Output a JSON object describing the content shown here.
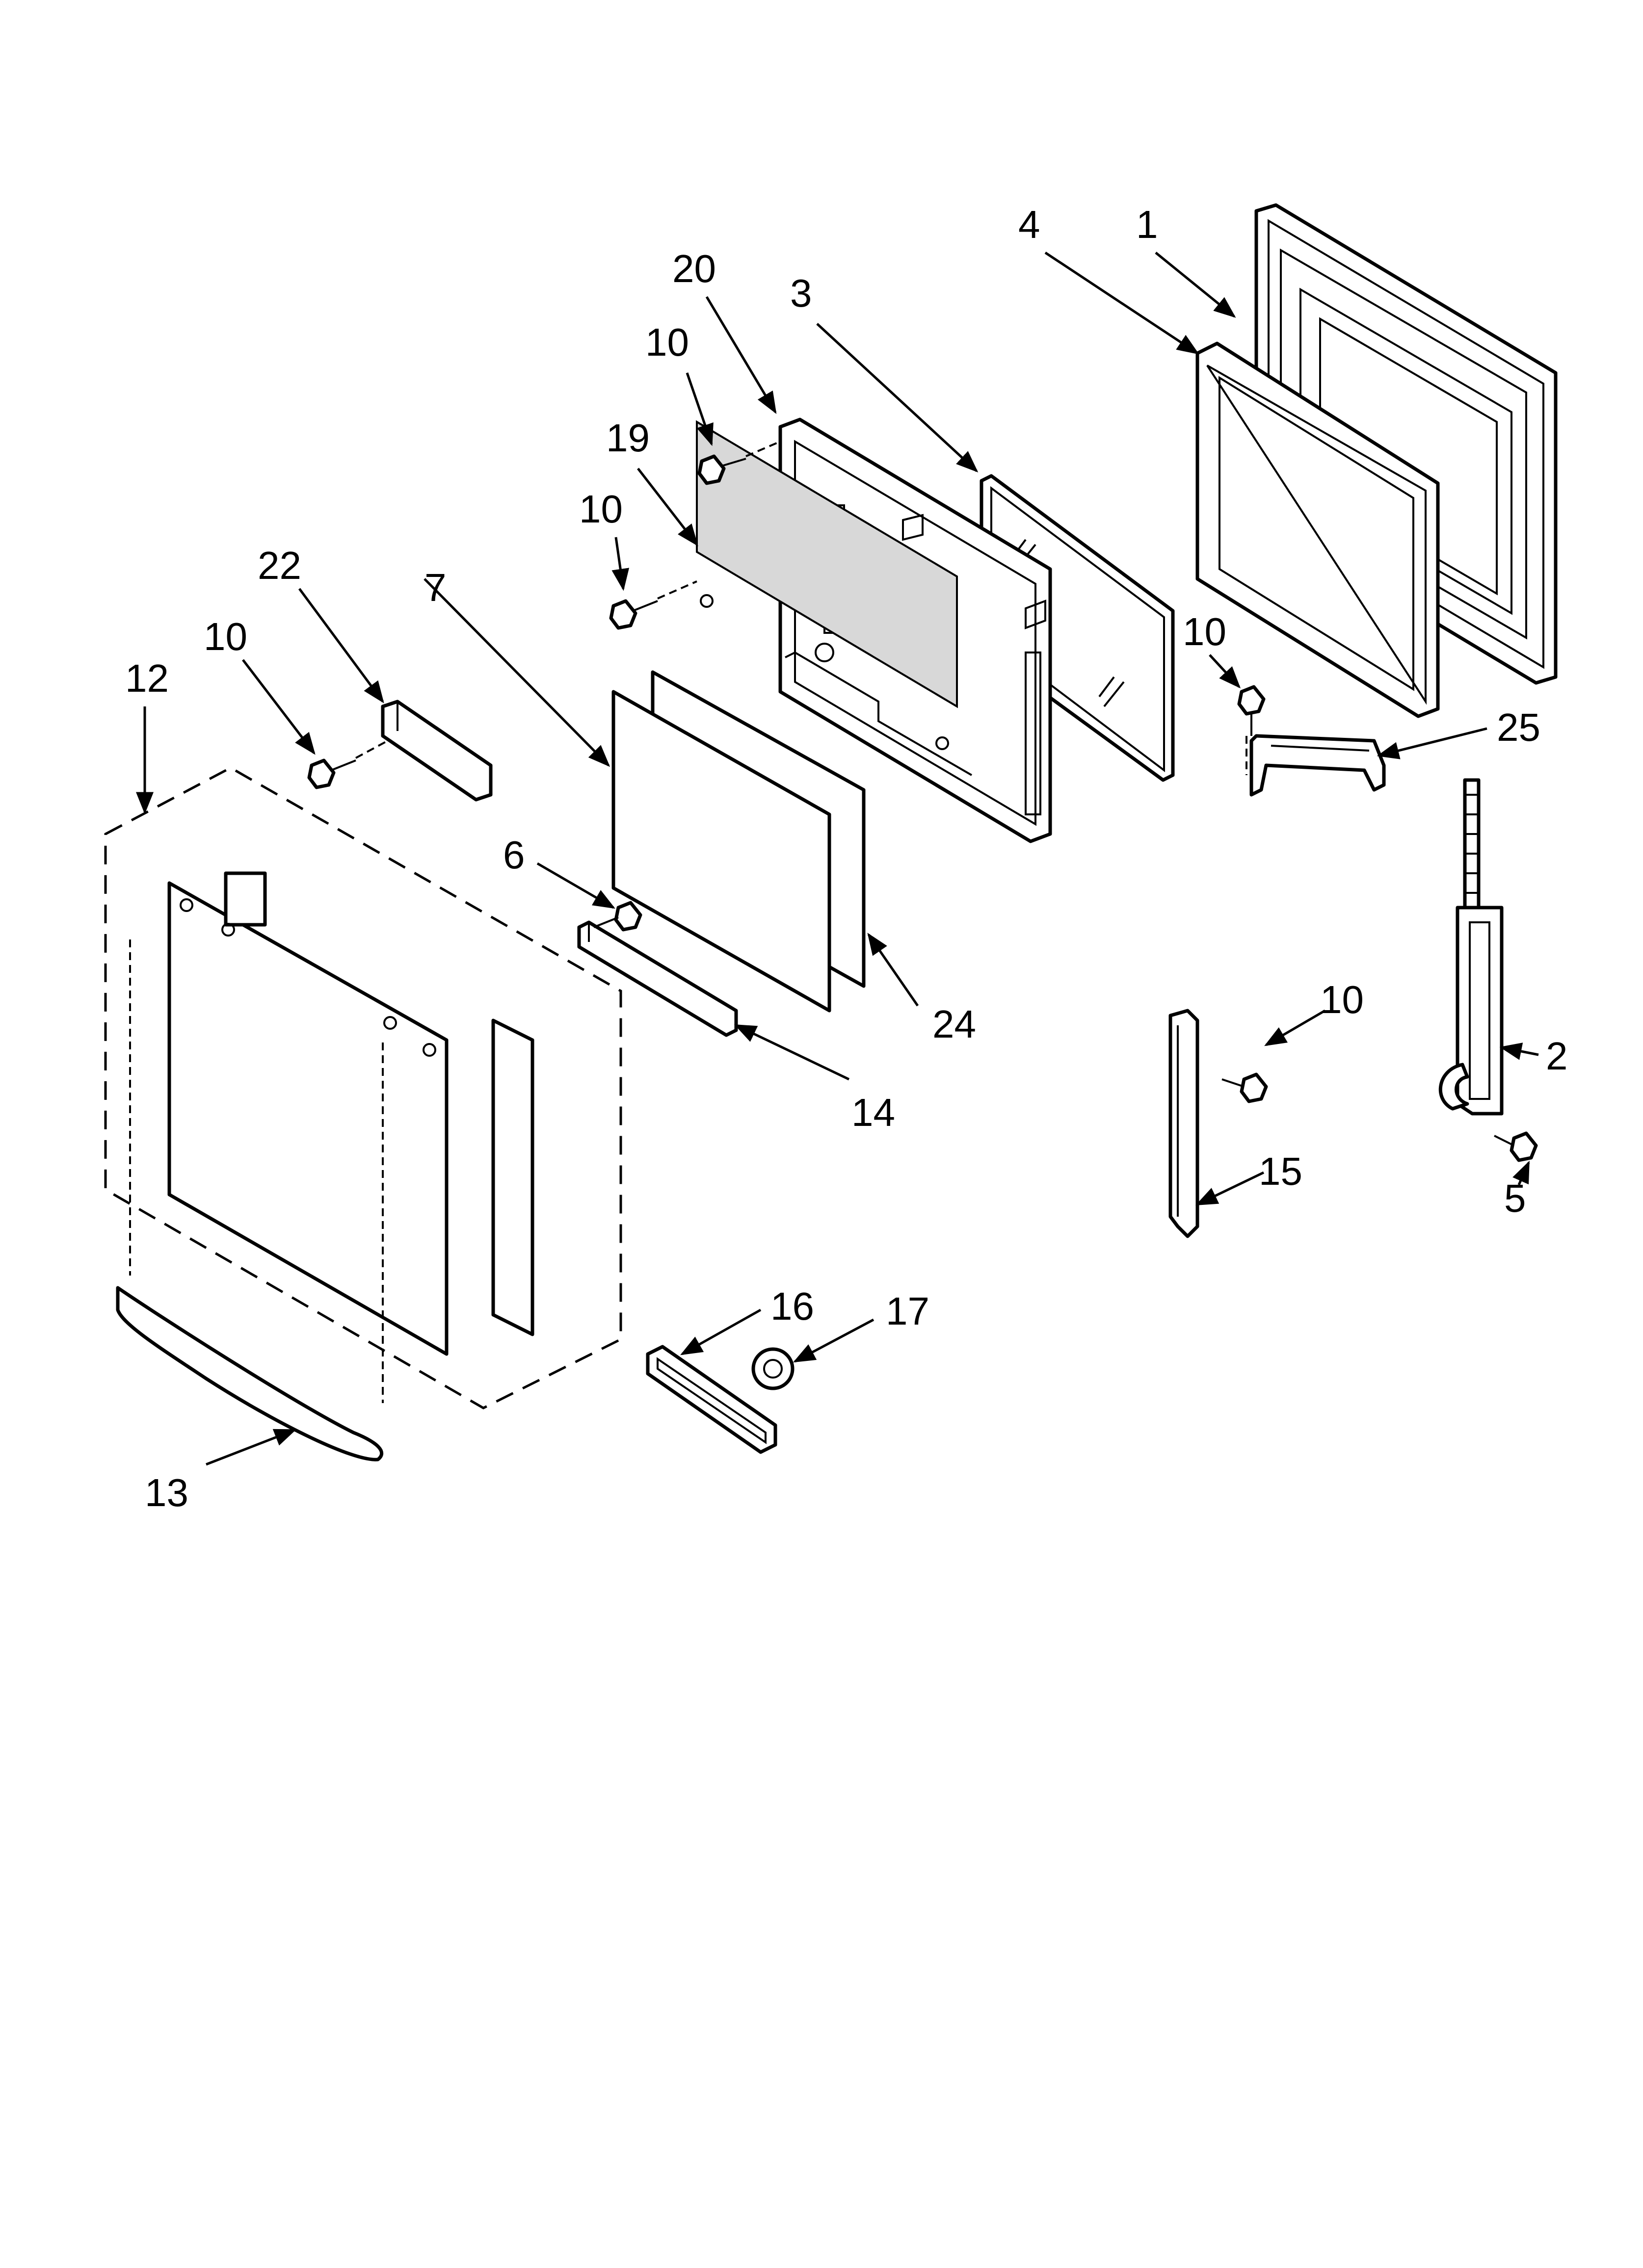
{
  "callouts": [
    {
      "id": "c1",
      "text": "1"
    },
    {
      "id": "c2",
      "text": "2"
    },
    {
      "id": "c3",
      "text": "3"
    },
    {
      "id": "c4",
      "text": "4"
    },
    {
      "id": "c5",
      "text": "5"
    },
    {
      "id": "c6",
      "text": "6"
    },
    {
      "id": "c7",
      "text": "7"
    },
    {
      "id": "c10a",
      "text": "10"
    },
    {
      "id": "c10b",
      "text": "10"
    },
    {
      "id": "c10c",
      "text": "10"
    },
    {
      "id": "c10d",
      "text": "10"
    },
    {
      "id": "c10e",
      "text": "10"
    },
    {
      "id": "c12",
      "text": "12"
    },
    {
      "id": "c13",
      "text": "13"
    },
    {
      "id": "c14",
      "text": "14"
    },
    {
      "id": "c15",
      "text": "15"
    },
    {
      "id": "c16",
      "text": "16"
    },
    {
      "id": "c17",
      "text": "17"
    },
    {
      "id": "c19",
      "text": "19"
    },
    {
      "id": "c20",
      "text": "20"
    },
    {
      "id": "c22",
      "text": "22"
    },
    {
      "id": "c24",
      "text": "24"
    },
    {
      "id": "c25",
      "text": "25"
    }
  ]
}
